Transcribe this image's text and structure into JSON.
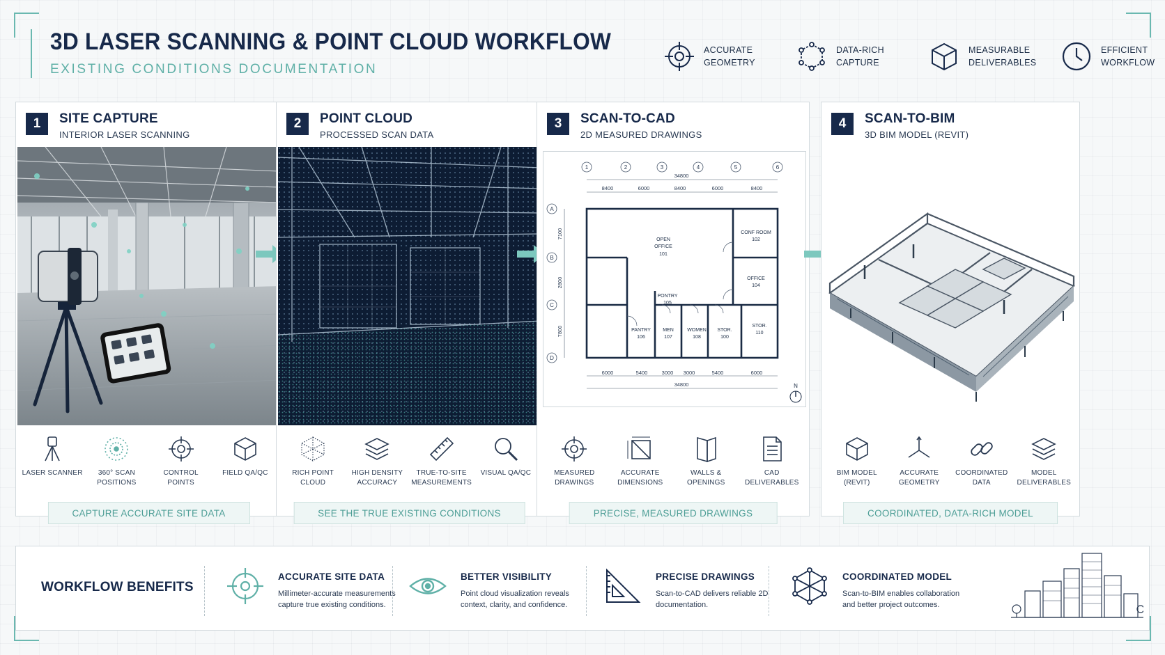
{
  "header": {
    "title": "3D LASER SCANNING & POINT CLOUD WORKFLOW",
    "subtitle": "EXISTING CONDITIONS DOCUMENTATION"
  },
  "features": [
    {
      "icon": "crosshair-icon",
      "line1": "ACCURATE",
      "line2": "GEOMETRY"
    },
    {
      "icon": "network-icon",
      "line1": "DATA-RICH",
      "line2": "CAPTURE"
    },
    {
      "icon": "cube-icon",
      "line1": "MEASURABLE",
      "line2": "DELIVERABLES"
    },
    {
      "icon": "clock-icon",
      "line1": "EFFICIENT",
      "line2": "WORKFLOW"
    }
  ],
  "panels": [
    {
      "number": "1",
      "title": "SITE CAPTURE",
      "subtitle": "INTERIOR LASER SCANNING",
      "tag": "CAPTURE ACCURATE SITE DATA",
      "icons": [
        {
          "icon": "tripod-scanner-icon",
          "label": "LASER SCANNER"
        },
        {
          "icon": "scan-positions-icon",
          "label": "360° SCAN POSITIONS"
        },
        {
          "icon": "target-icon",
          "label": "CONTROL POINTS"
        },
        {
          "icon": "cube-icon",
          "label": "FIELD QA/QC"
        }
      ]
    },
    {
      "number": "2",
      "title": "POINT CLOUD",
      "subtitle": "PROCESSED SCAN DATA",
      "tag": "SEE THE TRUE EXISTING CONDITIONS",
      "icons": [
        {
          "icon": "point-sphere-icon",
          "label": "RICH POINT CLOUD"
        },
        {
          "icon": "layers-icon",
          "label": "HIGH DENSITY ACCURACY"
        },
        {
          "icon": "ruler-icon",
          "label": "TRUE-TO-SITE MEASUREMENTS"
        },
        {
          "icon": "magnifier-icon",
          "label": "VISUAL QA/QC"
        }
      ]
    },
    {
      "number": "3",
      "title": "SCAN-TO-CAD",
      "subtitle": "2D MEASURED DRAWINGS",
      "tag": "PRECISE, MEASURED DRAWINGS",
      "icons": [
        {
          "icon": "target-icon",
          "label": "MEASURED DRAWINGS"
        },
        {
          "icon": "dimension-icon",
          "label": "ACCURATE DIMENSIONS"
        },
        {
          "icon": "door-icon",
          "label": "WALLS & OPENINGS"
        },
        {
          "icon": "document-icon",
          "label": "CAD DELIVERABLES"
        }
      ],
      "plan": {
        "grid_cols": [
          "1",
          "2",
          "3",
          "4",
          "5",
          "6"
        ],
        "grid_rows": [
          "A",
          "B",
          "C",
          "D"
        ],
        "top_total": "34800",
        "top_dims": [
          "8400",
          "6000",
          "8400",
          "6000",
          "8400"
        ],
        "bottom_dims": [
          "6000",
          "5400",
          "3000",
          "3000",
          "5400",
          "6000"
        ],
        "bottom_total": "34800",
        "side_dims": [
          "7100",
          "2800",
          "7800"
        ],
        "north": "N",
        "rooms": [
          {
            "name": "OPEN",
            "name2": "OFFICE",
            "num": "101"
          },
          {
            "name": "CONF ROOM",
            "name2": "",
            "num": "102"
          },
          {
            "name": "OFFICE",
            "name2": "",
            "num": "104"
          },
          {
            "name": "PONTRY",
            "name2": "",
            "num": "105"
          },
          {
            "name": "PANTRY",
            "name2": "",
            "num": "106"
          },
          {
            "name": "MEN",
            "name2": "",
            "num": "107"
          },
          {
            "name": "WOMEN",
            "name2": "",
            "num": "108"
          },
          {
            "name": "STOR.",
            "name2": "",
            "num": "100"
          },
          {
            "name": "STOR.",
            "name2": "",
            "num": "110"
          }
        ]
      }
    },
    {
      "number": "4",
      "title": "SCAN-TO-BIM",
      "subtitle": "3D BIM MODEL (REVIT)",
      "tag": "COORDINATED, DATA-RICH MODEL",
      "icons": [
        {
          "icon": "cube-icon",
          "label": "BIM MODEL (REVIT)"
        },
        {
          "icon": "axes-icon",
          "label": "ACCURATE GEOMETRY"
        },
        {
          "icon": "link-icon",
          "label": "COORDINATED DATA"
        },
        {
          "icon": "layers-icon",
          "label": "MODEL DELIVERABLES"
        }
      ]
    }
  ],
  "benefits": {
    "title": "WORKFLOW BENEFITS",
    "items": [
      {
        "icon": "crosshair-icon",
        "title": "ACCURATE SITE DATA",
        "desc": "Millimeter-accurate measurements capture true existing conditions."
      },
      {
        "icon": "eye-icon",
        "title": "BETTER VISIBILITY",
        "desc": "Point cloud visualization reveals context, clarity, and confidence."
      },
      {
        "icon": "triangle-ruler-icon",
        "title": "PRECISE DRAWINGS",
        "desc": "Scan-to-CAD delivers reliable 2D documentation."
      },
      {
        "icon": "network-cube-icon",
        "title": "COORDINATED MODEL",
        "desc": "Scan-to-BIM enables collaboration and better project outcomes."
      }
    ]
  },
  "colors": {
    "navy": "#17294a",
    "teal": "#5fb0a7",
    "teal_light": "#eef6f5",
    "border": "#d3dade"
  }
}
